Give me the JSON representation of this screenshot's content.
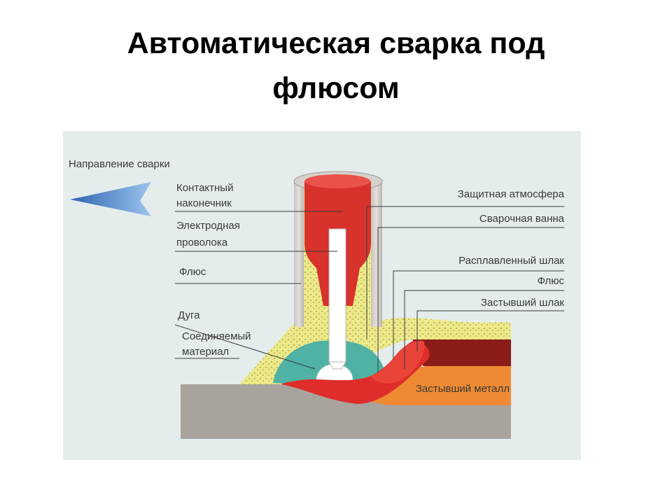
{
  "title": {
    "line1": "Автоматическая сварка под",
    "line2": "флюсом"
  },
  "colors": {
    "panel": "#e4ecec",
    "flux": "#ece98a",
    "contact_tip": "#d8322c",
    "electrode": "#ffffff",
    "arc": "#f5ef1e",
    "shield_atmosphere": "#4fb2a4",
    "molten_slag": "#de2d2a",
    "solid_slag": "#8c1c18",
    "weld_metal": "#ef8a33",
    "base_metal": "#a9a39e",
    "direction_arrow": "#4a82c6"
  },
  "labels": {
    "direction": "Направление сварки",
    "contact_tip": [
      "Контактный",
      "наконечник"
    ],
    "electrode_wire": [
      "Электродная",
      "проволока"
    ],
    "flux_left": "Флюс",
    "arc": "Дуга",
    "base_material": [
      "Соединяемый",
      "материал"
    ],
    "shield_atmosphere": "Защитная атмосфера",
    "weld_pool": "Сварочная ванна",
    "molten_slag": "Расплавленный шлак",
    "flux_right": "Флюс",
    "solid_slag": "Застывший шлак",
    "solid_metal": "Застывший металл"
  }
}
